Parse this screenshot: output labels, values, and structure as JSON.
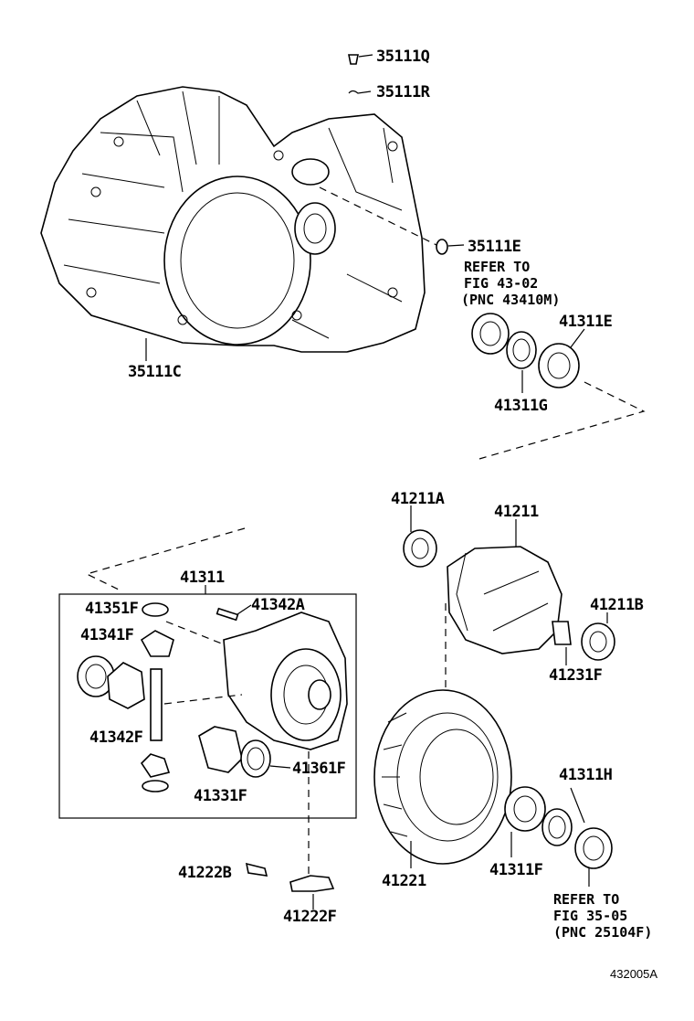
{
  "labels": {
    "p35111q": "35111Q",
    "p35111r": "35111R",
    "p35111e": "35111E",
    "p35111c": "35111C",
    "p41311e": "41311E",
    "p41311g": "41311G",
    "p41211a": "41211A",
    "p41211": "41211",
    "p41211b": "41211B",
    "p41231f": "41231F",
    "p41311": "41311",
    "p41351f": "41351F",
    "p41342a": "41342A",
    "p41341f": "41341F",
    "p41342f": "41342F",
    "p41331f": "41331F",
    "p41361f": "41361F",
    "p41311h": "41311H",
    "p41221": "41221",
    "p41311f": "41311F",
    "p41222b": "41222B",
    "p41222f": "41222F"
  },
  "notes": {
    "refer_top": [
      "REFER TO",
      "FIG 43-02",
      "(PNC 43410M)"
    ],
    "refer_bottom": [
      "REFER TO",
      "FIG 35-05",
      "(PNC 25104F)"
    ]
  },
  "figure_id": "432005A"
}
